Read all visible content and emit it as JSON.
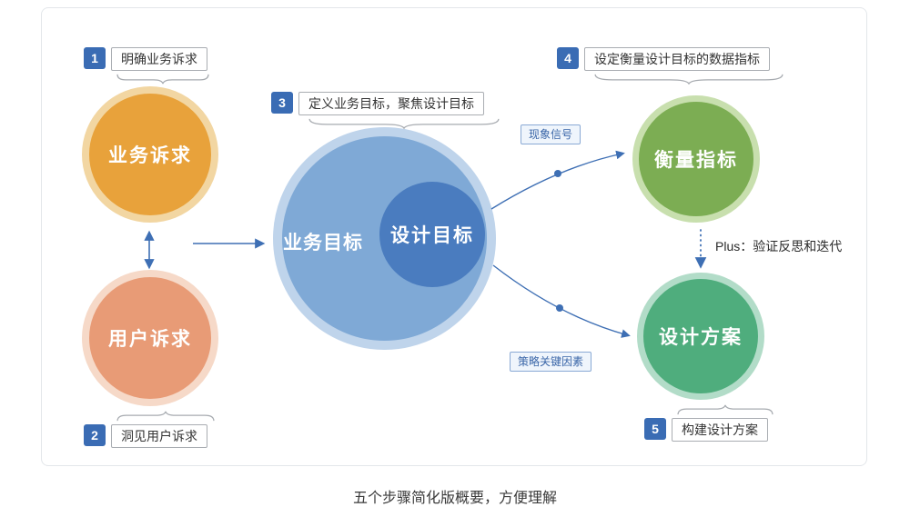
{
  "caption": "五个步骤简化版概要，方便理解",
  "steps": [
    {
      "num": "1",
      "label": "明确业务诉求"
    },
    {
      "num": "2",
      "label": "洞见用户诉求"
    },
    {
      "num": "3",
      "label": "定义业务目标，聚焦设计目标"
    },
    {
      "num": "4",
      "label": "设定衡量设计目标的数据指标"
    },
    {
      "num": "5",
      "label": "构建设计方案"
    }
  ],
  "circles": {
    "business_demand": {
      "label": "业务诉求"
    },
    "user_demand": {
      "label": "用户诉求"
    },
    "business_goal": {
      "label": "业务目标"
    },
    "design_goal": {
      "label": "设计目标"
    },
    "metric": {
      "label": "衡量指标"
    },
    "design_plan": {
      "label": "设计方案"
    }
  },
  "connector_labels": {
    "signal": "现象信号",
    "strategy": "策略关键因素",
    "plus": "Plus：验证反思和迭代"
  },
  "colors": {
    "accent": "#3E6FB4",
    "business_demand": "#E8A23B",
    "user_demand": "#E89B76",
    "business_goal": "#7FA9D6",
    "design_goal": "#4A7CBF",
    "metric": "#7CAD53",
    "design_plan": "#4FAD7D"
  }
}
